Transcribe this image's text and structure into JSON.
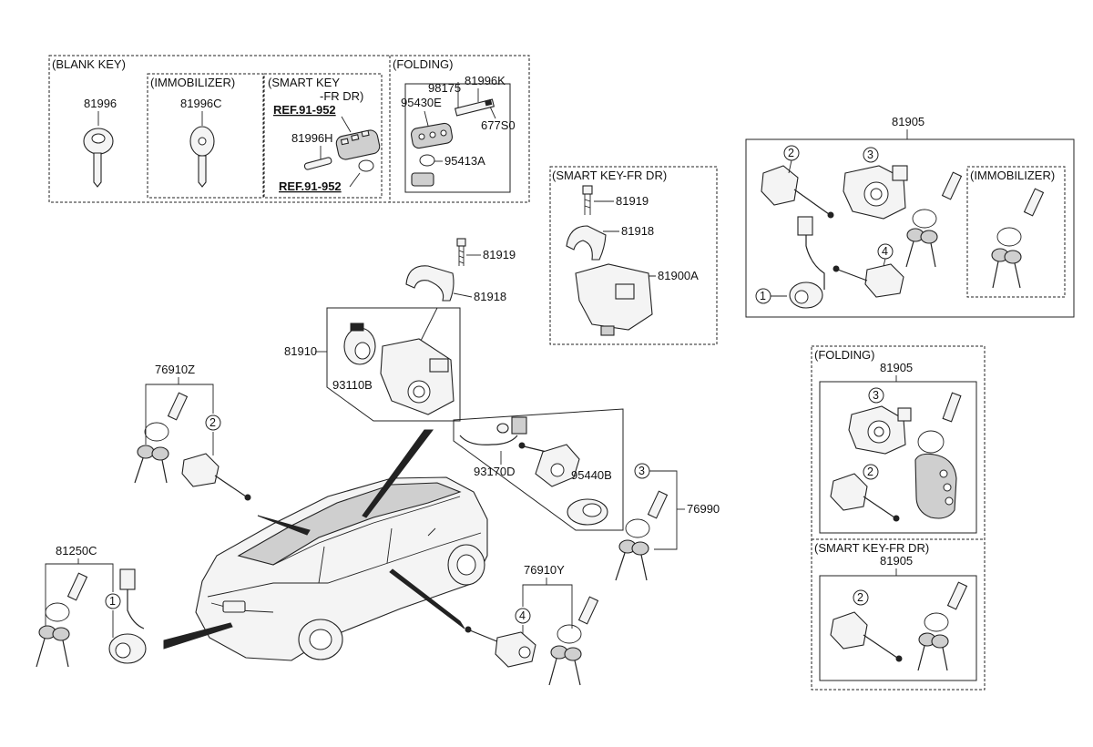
{
  "groups": {
    "blank_key": "(BLANK KEY)",
    "immobilizer": "(IMMOBILIZER)",
    "smart_key_line1": "(SMART KEY",
    "smart_key_line2": "-FR DR)",
    "folding": "(FOLDING)",
    "smart_key_fr_dr": "(SMART KEY-FR DR)",
    "immobilizer_right": "(IMMOBILIZER)",
    "folding_right": "(FOLDING)",
    "smart_key_fr_dr_right": "(SMART KEY-FR DR)"
  },
  "parts": {
    "p81996": "81996",
    "p81996C": "81996C",
    "ref1": "REF.91-952",
    "p81996H": "81996H",
    "ref2": "REF.91-952",
    "p98175": "98175",
    "p81996K": "81996K",
    "p95430E": "95430E",
    "p677S0": "677S0",
    "p95413A": "95413A",
    "p81919_a": "81919",
    "p81918_a": "81918",
    "p81900A": "81900A",
    "p81905_top": "81905",
    "p81919_b": "81919",
    "p81918_b": "81918",
    "p81910": "81910",
    "p93110B": "93110B",
    "p76910Z": "76910Z",
    "p93170D": "93170D",
    "p95440B": "95440B",
    "p76990": "76990",
    "p81250C": "81250C",
    "p76910Y": "76910Y",
    "p81905_folding": "81905",
    "p81905_smart": "81905"
  },
  "callouts": {
    "c1": "1",
    "c2": "2",
    "c3": "3",
    "c4": "4"
  }
}
